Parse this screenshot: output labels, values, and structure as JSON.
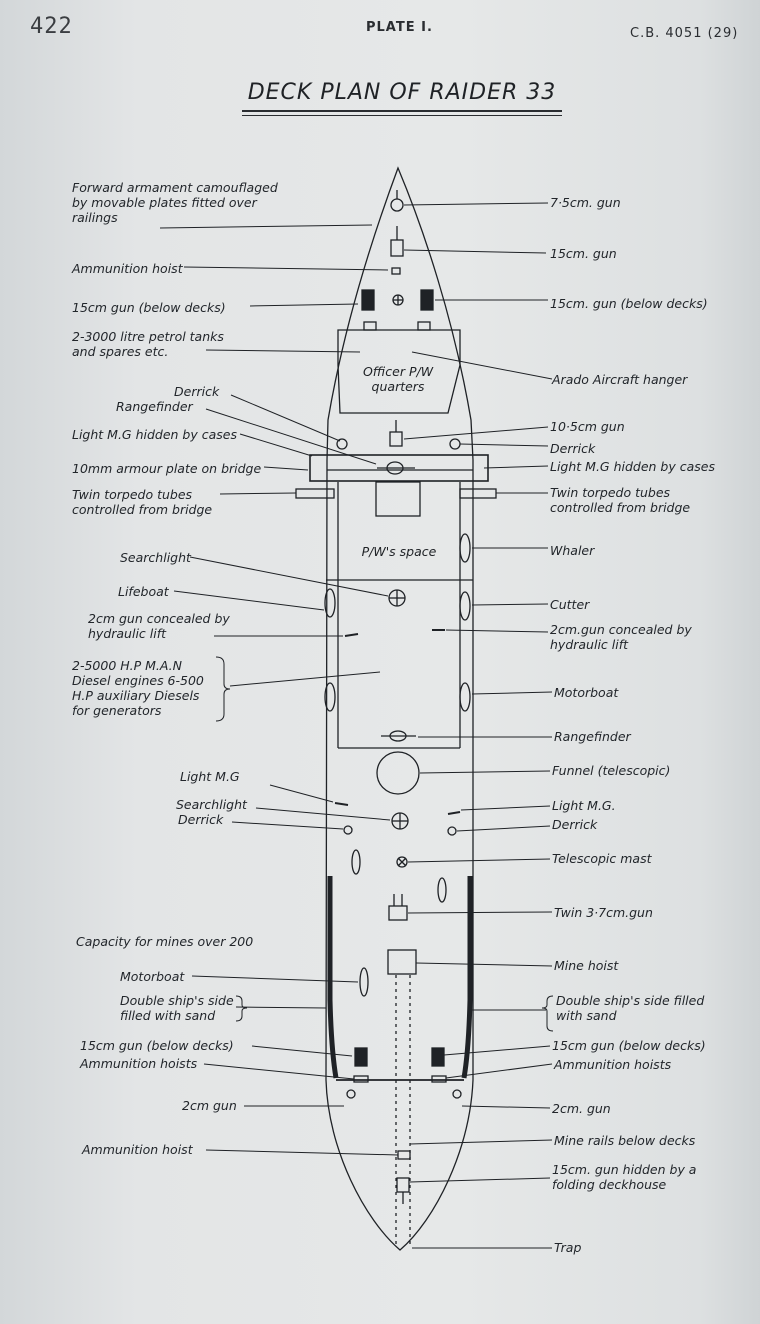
{
  "header": {
    "page_number": "422",
    "page_number_faint": "",
    "plate": "PLATE I.",
    "reference": "C.B. 4051 (29)"
  },
  "title": "DECK PLAN OF RAIDER 33",
  "hull_labels": {
    "officer_quarters": "Officer P/W quarters",
    "pw_space": "P/W's space"
  },
  "labels_left": {
    "forward_armament": "Forward armament camouflaged by movable plates fitted over railings",
    "ammunition_hoist_fwd": "Ammunition hoist",
    "gun_15cm_below_fwd": "15cm gun (below decks)",
    "petrol_tanks": "2-3000 litre petrol tanks and spares etc.",
    "derrick_fwd": "Derrick",
    "rangefinder_fwd": "Rangefinder",
    "light_mg_hidden": "Light M.G hidden by cases",
    "armour_plate": "10mm armour plate on bridge",
    "torpedo_tubes": "Twin torpedo tubes controlled from bridge",
    "searchlight_fwd": "Searchlight",
    "lifeboat": "Lifeboat",
    "gun_2cm_hydraulic": "2cm gun concealed by hydraulic lift",
    "diesel_engines": "2-5000 H.P M.A.N Diesel engines 6-500 H.P auxiliary Diesels for generators",
    "light_mg": "Light M.G",
    "searchlight_aft": "Searchlight",
    "derrick_aft": "Derrick",
    "mines_capacity": "Capacity for mines over 200",
    "motorboat_aft": "Motorboat",
    "double_side": "Double ship's side filled with sand",
    "gun_15cm_below_aft": "15cm gun (below decks)",
    "ammunition_hoists_aft": "Ammunition hoists",
    "gun_2cm_aft": "2cm gun",
    "ammunition_hoist_stern": "Ammunition hoist"
  },
  "labels_right": {
    "gun_7_5cm": "7·5cm. gun",
    "gun_15cm": "15cm. gun",
    "gun_15cm_below": "15cm. gun (below decks)",
    "arado_hangar": "Arado Aircraft hanger",
    "gun_10_5cm": "10·5cm gun",
    "derrick": "Derrick",
    "light_mg_hidden": "Light M.G hidden by cases",
    "torpedo_tubes": "Twin torpedo tubes controlled from bridge",
    "whaler": "Whaler",
    "cutter": "Cutter",
    "gun_2cm_hydraulic": "2cm.gun concealed by hydraulic lift",
    "motorboat": "Motorboat",
    "rangefinder": "Rangefinder",
    "funnel": "Funnel (telescopic)",
    "light_mg": "Light M.G.",
    "derrick_aft": "Derrick",
    "telescopic_mast": "Telescopic mast",
    "twin_gun": "Twin 3·7cm.gun",
    "mine_hoist": "Mine hoist",
    "double_side": "Double ship's side filled with sand",
    "gun_15cm_below_aft": "15cm gun (below decks)",
    "ammunition_hoists": "Ammunition hoists",
    "gun_2cm": "2cm. gun",
    "mine_rails": "Mine rails below decks",
    "gun_15cm_deckhouse": "15cm. gun hidden by a folding deckhouse",
    "trap": "Trap"
  },
  "colors": {
    "paper": "#e3e5e6",
    "ink": "#1f2226"
  }
}
